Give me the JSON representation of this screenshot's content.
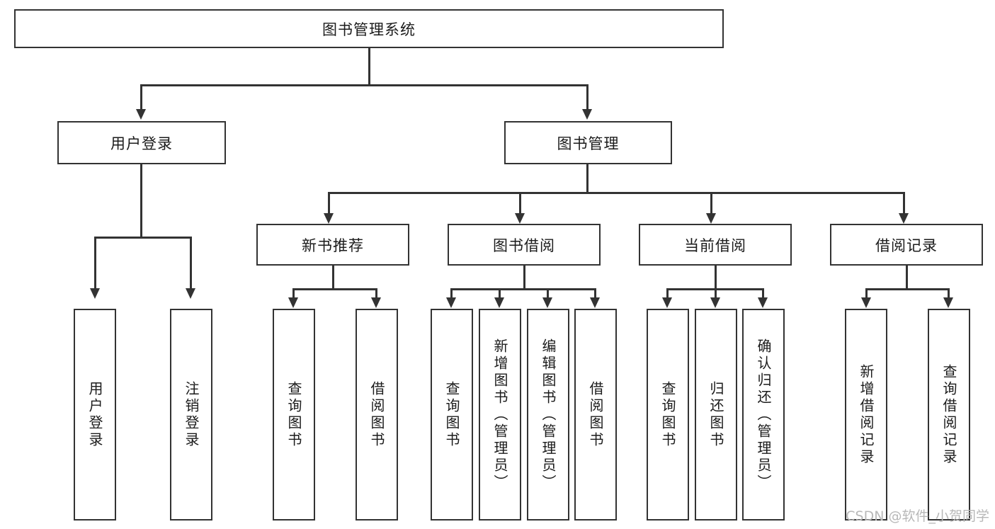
{
  "diagram": {
    "title": "图书管理系统",
    "type": "tree-hierarchy-diagram",
    "colors": {
      "box_border": "#333333",
      "box_fill": "#ffffff",
      "connector": "#333333",
      "text": "#1b1b1b",
      "watermark": "#b8b8b8"
    }
  },
  "root": {
    "label": "图书管理系统"
  },
  "level2": [
    {
      "label": "用户登录"
    },
    {
      "label": "图书管理"
    }
  ],
  "level3": [
    {
      "label": "新书推荐"
    },
    {
      "label": "图书借阅"
    },
    {
      "label": "当前借阅"
    },
    {
      "label": "借阅记录"
    }
  ],
  "leaves": {
    "user_login": [
      {
        "label": "用户登录"
      },
      {
        "label": "注销登录"
      }
    ],
    "new_book": [
      {
        "label": "查询图书"
      },
      {
        "label": "借阅图书"
      }
    ],
    "book_borrow": [
      {
        "label": "查询图书"
      },
      {
        "label": "新增图书（管理员）"
      },
      {
        "label": "编辑图书（管理员）"
      },
      {
        "label": "借阅图书"
      }
    ],
    "current_borrow": [
      {
        "label": "查询图书"
      },
      {
        "label": "归还图书"
      },
      {
        "label": "确认归还（管理员）"
      }
    ],
    "borrow_record": [
      {
        "label": "新增借阅记录"
      },
      {
        "label": "查询借阅记录"
      }
    ]
  },
  "watermark": {
    "text": "CSDN @软件_小贺同学"
  }
}
